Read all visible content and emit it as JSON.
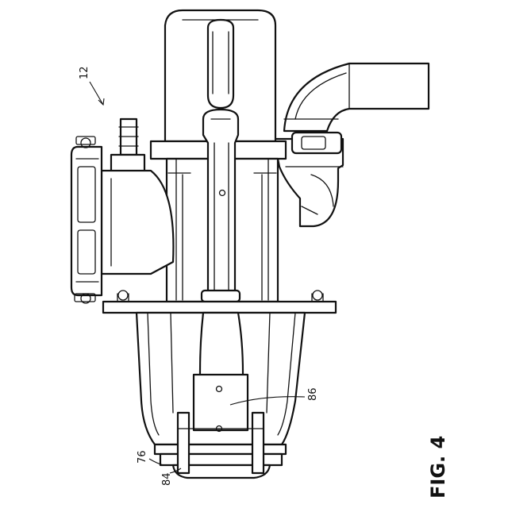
{
  "figure": {
    "label": "FIG. 4",
    "reference_numerals": {
      "assembly": "12",
      "housing_ring": "76",
      "strap": "84",
      "plate": "86"
    }
  }
}
